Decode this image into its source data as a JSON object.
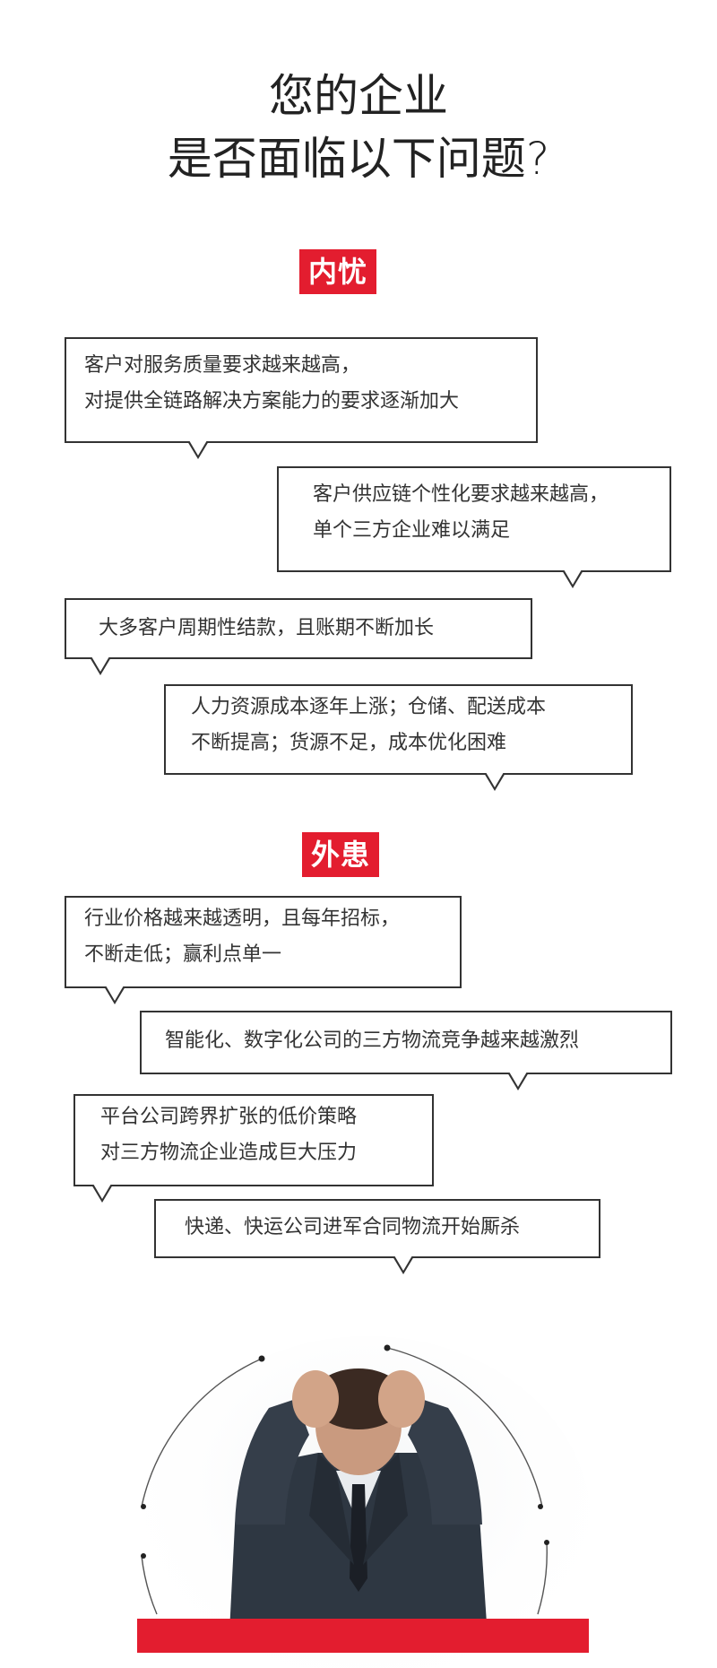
{
  "headline": {
    "line1": "您的企业",
    "line2": "是否面临以下问题?"
  },
  "sections": {
    "internal": {
      "label": "内忧",
      "bubbles": [
        {
          "lines": [
            "客户对服务质量要求越来越高，",
            "对提供全链路解决方案能力的要求逐渐加大"
          ]
        },
        {
          "lines": [
            "客户供应链个性化要求越来越高，",
            "单个三方企业难以满足"
          ]
        },
        {
          "lines": [
            "大多客户周期性结款，且账期不断加长"
          ]
        },
        {
          "lines": [
            "人力资源成本逐年上涨；仓储、配送成本",
            "不断提高；货源不足，成本优化困难"
          ]
        }
      ]
    },
    "external": {
      "label": "外患",
      "bubbles": [
        {
          "lines": [
            "行业价格越来越透明，且每年招标，",
            "不断走低；赢利点单一"
          ]
        },
        {
          "lines": [
            "智能化、数字化公司的三方物流竞争越来越激烈"
          ]
        },
        {
          "lines": [
            "平台公司跨界扩张的低价策略",
            "对三方物流企业造成巨大压力"
          ]
        },
        {
          "lines": [
            "快递、快运公司进军合同物流开始厮杀"
          ]
        }
      ]
    }
  },
  "illustration": {
    "subject": "stressed-businessman",
    "accent_color": "#e31d2f"
  },
  "colors": {
    "accent": "#e31d2f",
    "text": "#333333",
    "border": "#333333"
  }
}
